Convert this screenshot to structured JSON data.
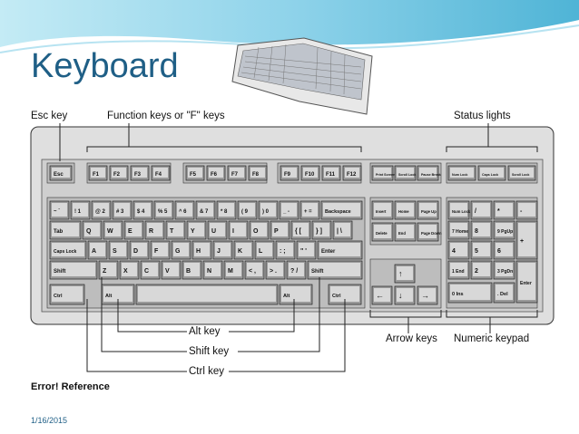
{
  "slide": {
    "title": "Keyboard",
    "footer_text": "Error! Reference",
    "date": "1/16/2015"
  },
  "callouts": {
    "esc_key": "Esc key",
    "function_keys": "Function keys or \"F\" keys",
    "status_lights": "Status lights",
    "alt_key": "Alt key",
    "shift_key": "Shift key",
    "ctrl_key": "Ctrl key",
    "arrow_keys": "Arrow keys",
    "numeric_keypad": "Numeric keypad"
  },
  "keys": {
    "esc": "Esc",
    "function": [
      "F1",
      "F2",
      "F3",
      "F4",
      "F5",
      "F6",
      "F7",
      "F8",
      "F9",
      "F10",
      "F11",
      "F12"
    ],
    "control_top": [
      "Print Screen",
      "Scroll Lock",
      "Pause Break"
    ],
    "status": [
      "Num Lock",
      "Caps Lock",
      "Scroll Lock"
    ],
    "number_row": [
      "~ `",
      "! 1",
      "@ 2",
      "# 3",
      "$ 4",
      "% 5",
      "^ 6",
      "& 7",
      "* 8",
      "( 9",
      ") 0",
      "_ -",
      "+ ="
    ],
    "backspace": "Backspace",
    "tab": "Tab",
    "qwerty_row": [
      "Q",
      "W",
      "E",
      "R",
      "T",
      "Y",
      "U",
      "I",
      "O",
      "P",
      "{ [",
      "} ]",
      "| \\"
    ],
    "caps_lock": "Caps Lock",
    "home_row": [
      "A",
      "S",
      "D",
      "F",
      "G",
      "H",
      "J",
      "K",
      "L",
      ": ;",
      "\" '"
    ],
    "enter": "Enter",
    "shift": "Shift",
    "bottom_row": [
      "Z",
      "X",
      "C",
      "V",
      "B",
      "N",
      "M",
      "< ,",
      "> .",
      "? /"
    ],
    "ctrl": "Ctrl",
    "alt": "Alt",
    "nav_top": [
      "Insert",
      "Home",
      "Page Up"
    ],
    "nav_bottom": [
      "Delete",
      "End",
      "Page Down"
    ],
    "numpad": [
      "Num Lock",
      "/",
      "*",
      "-",
      "7 Home",
      "8",
      "9 PgUp",
      "+",
      "4",
      "5",
      "6",
      "1 End",
      "2",
      "3 PgDn",
      "Enter",
      "0 Ins",
      ". Del"
    ]
  },
  "colors": {
    "title": "#1f5f86",
    "header_wave": "#8fd3ea",
    "keyboard_body": "#dfdfdf",
    "key_face": "#9a9a9a"
  }
}
